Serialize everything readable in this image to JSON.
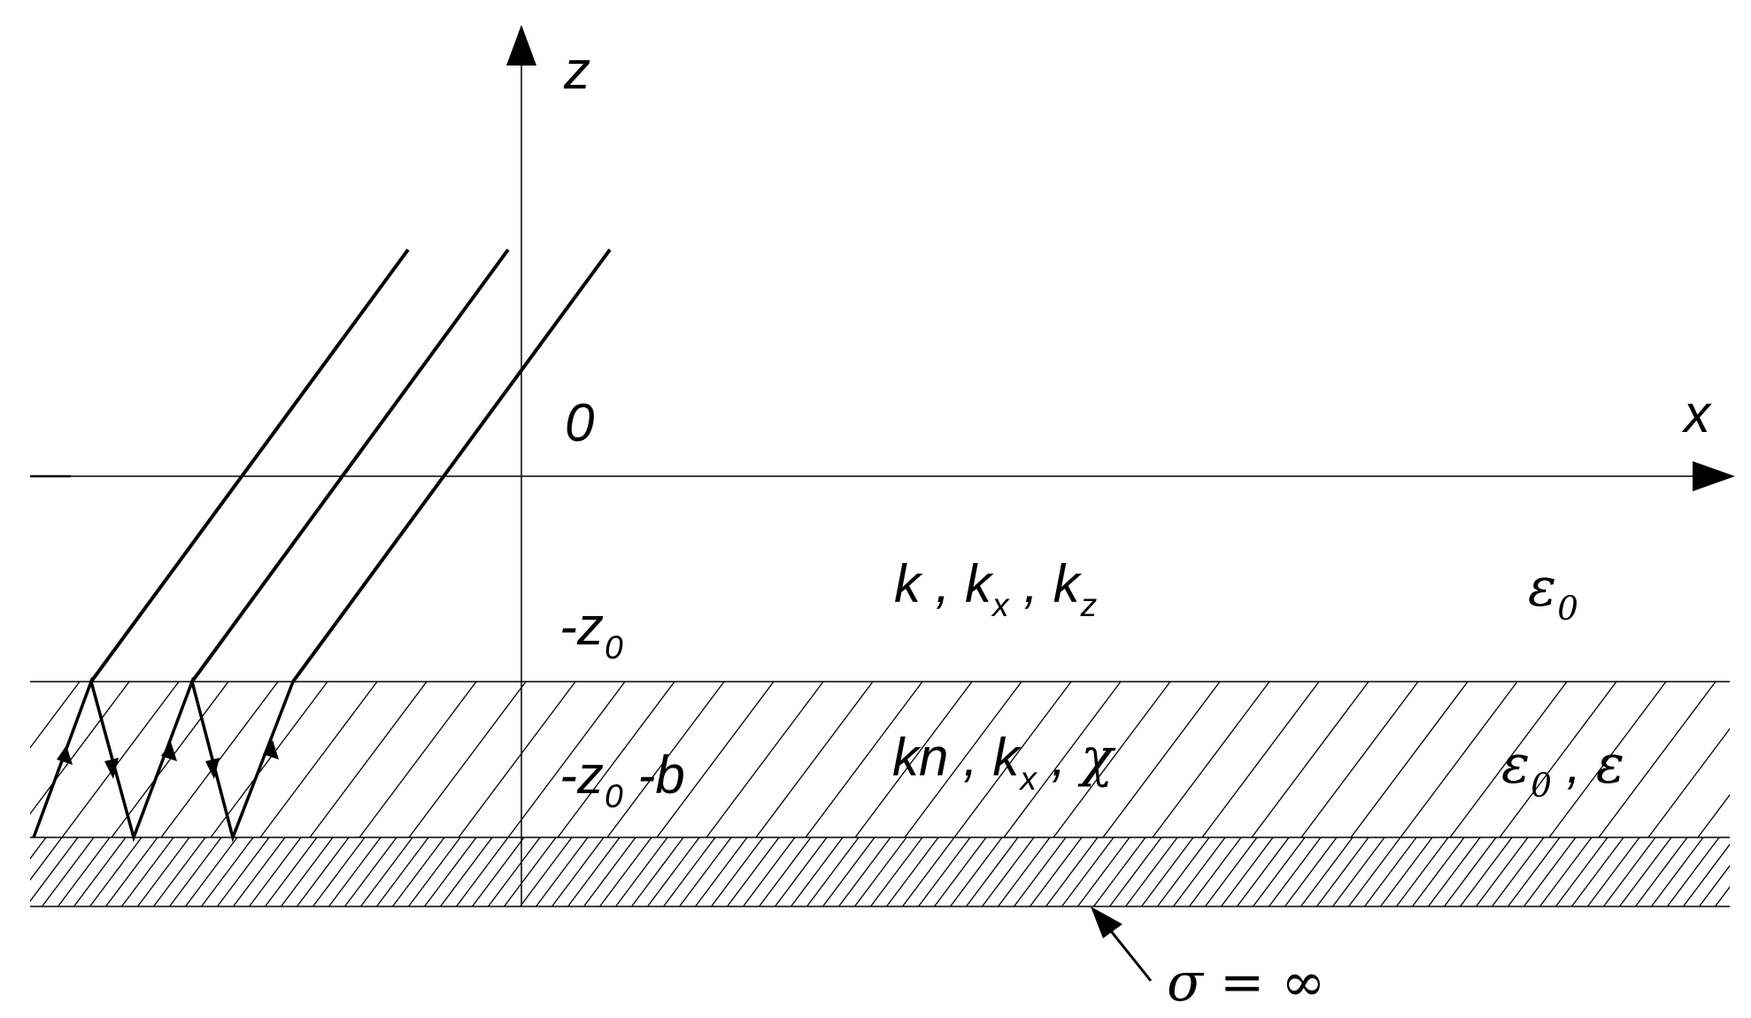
{
  "axes": {
    "z_label": "z",
    "x_label": "x",
    "origin_label": "0"
  },
  "levels": {
    "top_interface": {
      "minus": "-z",
      "sub": "0"
    },
    "bottom_interface": {
      "minus": "-z",
      "sub": "0",
      "suffix": " -b"
    }
  },
  "regions": {
    "vacuum": {
      "wave_vector": {
        "k": "k",
        "sep1": " , ",
        "kx": "k",
        "kx_sub": "x",
        "sep2": " , ",
        "kz": "k",
        "kz_sub": "z"
      },
      "permittivity": {
        "eps": "ε",
        "eps_sub": "0"
      }
    },
    "layer": {
      "wave_vector": {
        "kn": "kn",
        "sep1": " , ",
        "kx": "k",
        "kx_sub": "x",
        "sep2": " , ",
        "chi": "χ"
      },
      "permittivity": {
        "eps0": "ε",
        "eps0_sub": "0",
        "sep": " , ",
        "eps": "ε"
      }
    },
    "conductor": {
      "label": "σ = ∞"
    }
  },
  "colors": {
    "line": "#000000",
    "background": "#ffffff"
  }
}
